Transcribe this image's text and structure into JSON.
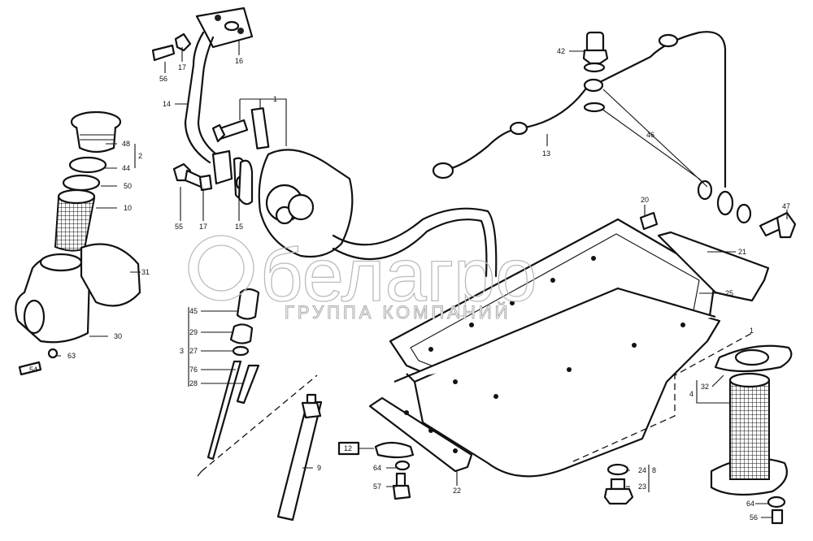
{
  "watermark": {
    "brand": "белагро",
    "subtitle": "ГРУППА КОМПАНИЙ"
  },
  "callouts": {
    "c56a": "56",
    "c17a": "17",
    "c16": "16",
    "c14": "14",
    "c1a": "1",
    "c48": "48",
    "c2": "2",
    "c44": "44",
    "c50": "50",
    "c10": "10",
    "c55": "55",
    "c17b": "17",
    "c15": "15",
    "c31": "31",
    "c30": "30",
    "c63": "63",
    "c54": "54",
    "c42": "42",
    "c13": "13",
    "c46": "46",
    "c47": "47",
    "c20": "20",
    "c21": "21",
    "c25": "25",
    "c45": "45",
    "c29": "29",
    "c3": "3",
    "c27": "27",
    "c76": "76",
    "c28": "28",
    "c9": "9",
    "c12": "12",
    "c64a": "64",
    "c57": "57",
    "c22": "22",
    "c24": "24",
    "c8": "8",
    "c23": "23",
    "c32": "32",
    "c4": "4",
    "c64b": "64",
    "c56b": "56",
    "c1b": "1"
  }
}
